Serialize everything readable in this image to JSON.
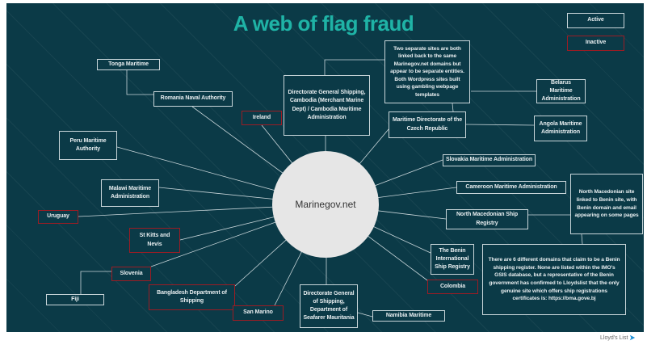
{
  "title": "A web of flag fraud",
  "legend": {
    "active": "Active",
    "inactive": "Inactive"
  },
  "hub": "Marinegov.net",
  "nodes": {
    "tonga": "Tonga Maritime",
    "romania": "Romania Naval Authority",
    "ireland": "Ireland",
    "cambodia": "Directorate General Shipping, Cambodia (Merchant Marine Dept) / Cambodia Maritime Administration",
    "note_two_sites": "Two separate sites are both linked back to the same Marinegov.net domains but appear to be separate entities. Both Wordpress sites built using gambling webpage templates",
    "belarus": "Belarus Maritime Administration",
    "czech": "Maritime Directorate of the Czech Republic",
    "angola": "Angola Maritime Administration",
    "slovakia": "Slovakia Maritime Administration",
    "peru": "Peru Maritime Authority",
    "malawi": "Malawi Maritime Administration",
    "uruguay": "Uruguay",
    "cameroon": "Cameroon Maritime Administration",
    "north_macedonia": "North Macedonian Ship Registry",
    "note_north_macedonia": "North Macedonian site linked to Benin site, with Benin domain and email appearing on some pages",
    "st_kitts": "St Kitts and Nevis",
    "benin": "The Benin International Ship Registry",
    "note_benin": "There are 6 different domains that claim to be a Benin shipping register. None are listed within the IMO's GSIS database, but a representative of the Benin government has confirmed to Lloydslist that the only genuine site which offers ship registrations certificates is: https://bma.gove.bj",
    "slovenia": "Slovenia",
    "fiji": "Fiji",
    "bangladesh": "Bangladesh Department of Shipping",
    "san_marino": "San Marino",
    "colombia": "Colombia",
    "mauritania": "Directorate General of Shipping, Department of Seafarer Mauritania",
    "namibia": "Namibia Maritime"
  },
  "logo": "Lloyd's List",
  "colors": {
    "background": "#0b3a47",
    "title": "#1fb3a6",
    "active_border": "#c9d6da",
    "inactive_border": "#9b1c24"
  }
}
